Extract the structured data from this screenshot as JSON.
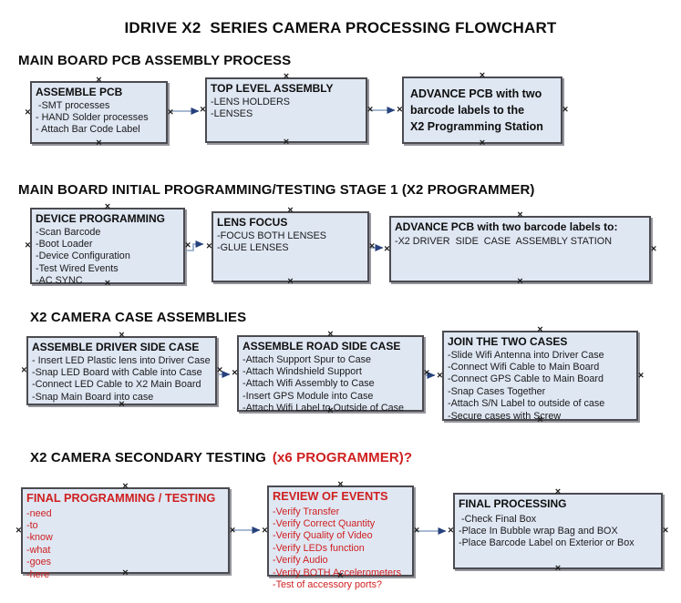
{
  "page_title": "IDRIVE X2  SERIES CAMERA PROCESSING FLOWCHART",
  "colors": {
    "box_fill": "#dfe7f3",
    "box_border": "#4b4b50",
    "box_shadow": "#95959d",
    "text": "#1a1a1a",
    "red": "#cf2020",
    "arrow_line": "#8ca3c4",
    "arrow_head": "#26417c",
    "handle": "#1b1b1b",
    "background": "#ffffff"
  },
  "sections": [
    {
      "heading": "MAIN BOARD PCB ASSEMBLY PROCESS",
      "boxes": [
        {
          "title": "ASSEMBLE PCB",
          "items": [
            " -SMT processes",
            "- HAND Solder processes",
            "- Attach Bar Code Label"
          ]
        },
        {
          "title": "TOP LEVEL ASSEMBLY",
          "items": [
            "-LENS HOLDERS",
            "-LENSES"
          ]
        },
        {
          "title": "ADVANCE PCB with two\nbarcode labels to the\n X2 Programming Station",
          "items": []
        }
      ]
    },
    {
      "heading": "MAIN BOARD INITIAL PROGRAMMING/TESTING STAGE 1 (X2 PROGRAMMER)",
      "boxes": [
        {
          "title": "DEVICE PROGRAMMING",
          "items": [
            "-Scan Barcode",
            "-Boot Loader",
            "-Device Configuration",
            "-Test Wired Events",
            "-AC SYNC"
          ]
        },
        {
          "title": "LENS FOCUS",
          "items": [
            "-FOCUS BOTH LENSES",
            "-GLUE LENSES"
          ]
        },
        {
          "title": "ADVANCE PCB with two barcode labels to:",
          "items": [
            "-X2 DRIVER  SIDE  CASE  ASSEMBLY STATION"
          ]
        }
      ]
    },
    {
      "heading": "X2 CAMERA CASE ASSEMBLIES",
      "boxes": [
        {
          "title": "ASSEMBLE DRIVER SIDE CASE",
          "items": [
            "- Insert LED Plastic lens into Driver Case",
            "-Snap LED Board with Cable into Case",
            "-Connect LED Cable to X2 Main Board",
            "-Snap Main Board into case"
          ]
        },
        {
          "title": "ASSEMBLE ROAD SIDE CASE",
          "items": [
            "-Attach Support Spur to Case",
            "-Attach Windshield Support",
            "-Attach Wifi Assembly to Case",
            "-Insert GPS Module into Case",
            "-Attach Wifi Label to Outside of Case"
          ]
        },
        {
          "title": "JOIN THE TWO CASES",
          "items": [
            "-Slide Wifi Antenna into Driver Case",
            "-Connect Wifi Cable to Main Board",
            "-Connect GPS Cable to Main Board",
            "-Snap Cases Together",
            "-Attach S/N Label to outside of case",
            "-Secure cases with Screw"
          ]
        }
      ]
    },
    {
      "heading": "X2 CAMERA SECONDARY TESTING",
      "heading_suffix": "(x6 PROGRAMMER)?",
      "boxes": [
        {
          "title": "FINAL PROGRAMMING / TESTING",
          "items": [
            "-need",
            "-to",
            "-know",
            "-what",
            "-goes",
            "-here"
          ]
        },
        {
          "title": "REVIEW OF EVENTS",
          "items": [
            "-Verify Transfer",
            "-Verify Correct Quantity",
            "-Verify Quality of Video",
            "-Verify LEDs function",
            "-Verify Audio",
            "-Verify BOTH Accelerometers",
            "-Test of accessory ports?"
          ]
        },
        {
          "title": "FINAL PROCESSING",
          "items": [
            " -Check Final Box",
            "-Place In Bubble wrap Bag and BOX",
            "-Place Barcode Label on Exterior or Box"
          ]
        }
      ]
    }
  ]
}
